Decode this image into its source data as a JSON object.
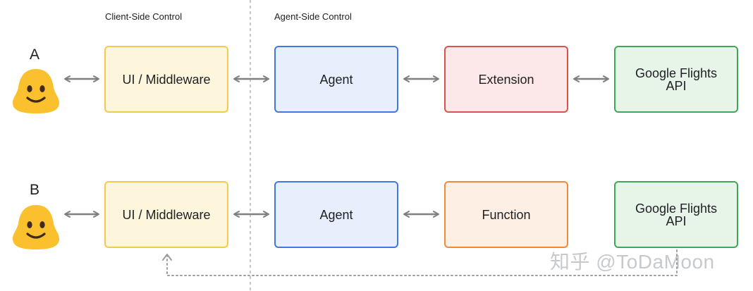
{
  "headers": {
    "client_side": "Client-Side Control",
    "agent_side": "Agent-Side Control"
  },
  "rows": [
    {
      "label": "A",
      "middleware": "UI / Middleware",
      "agent": "Agent",
      "third": "Extension",
      "api_line1": "Google Flights",
      "api_line2": "API"
    },
    {
      "label": "B",
      "middleware": "UI / Middleware",
      "agent": "Agent",
      "third": "Function",
      "api_line1": "Google Flights",
      "api_line2": "API"
    }
  ],
  "watermark": "知乎 @ToDaMoon",
  "colors": {
    "middleware_border": "#f3c94e",
    "agent_border": "#3f78e0",
    "extension_border": "#d9534b",
    "function_border": "#ee8a3a",
    "api_border": "#3da85a",
    "arrow": "#808080",
    "emoji": "#fbc02d"
  },
  "icons": [
    "smiley-icon",
    "double-arrow-icon",
    "dotted-return-arrow-icon"
  ]
}
